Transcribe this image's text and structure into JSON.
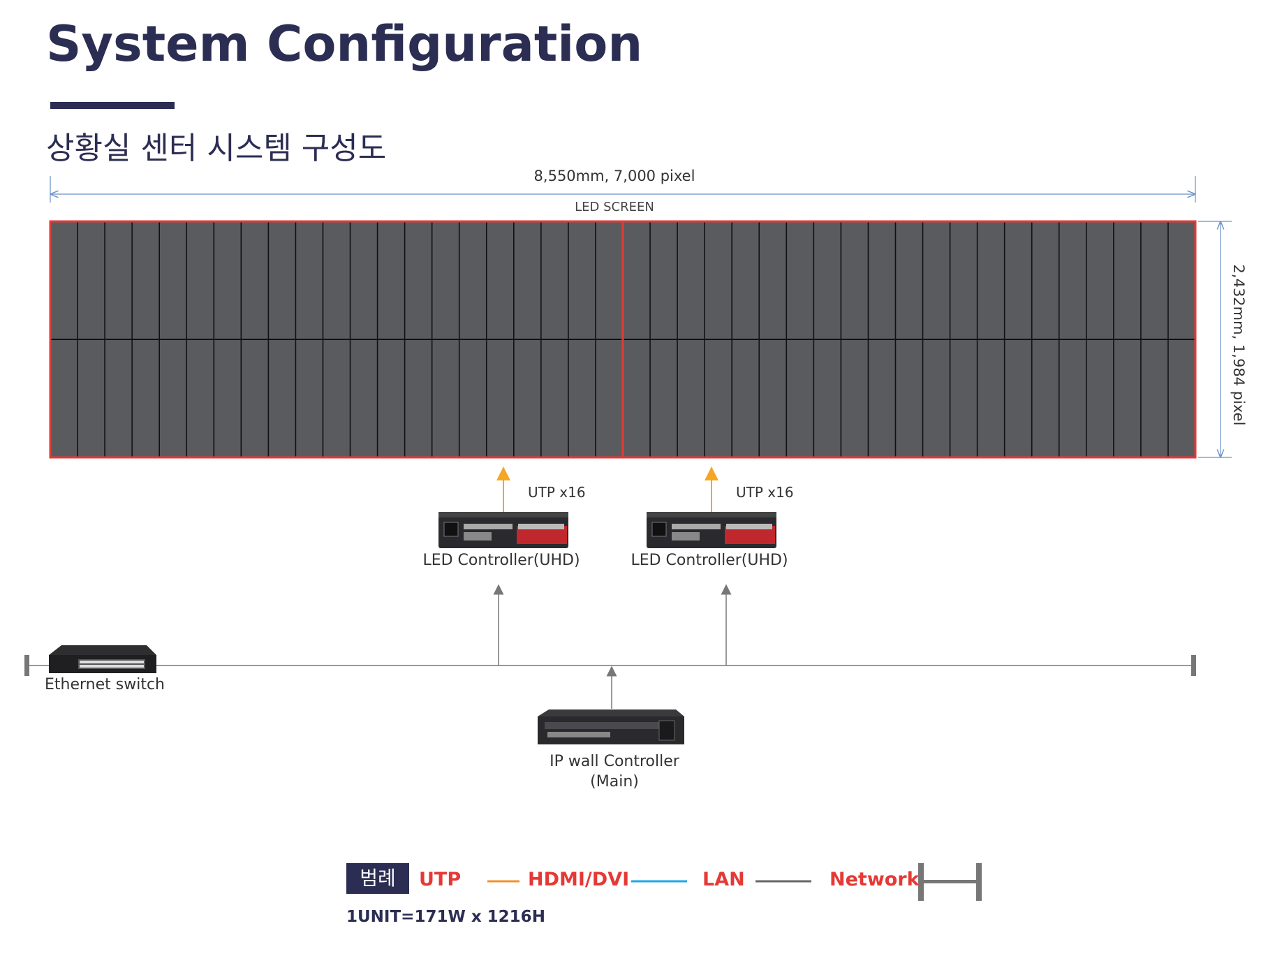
{
  "title": "System Configuration",
  "subtitle": "상황실 센터 시스템 구성도",
  "screen": {
    "width_dim": "8,550mm, 7,000 pixel",
    "label": "LED SCREEN",
    "height_dim": "2,432mm,  1,984 pixel",
    "columns": 42,
    "rows": 2,
    "sections": 2
  },
  "controllers": [
    {
      "utp_label": "UTP x16",
      "caption": "LED Controller(UHD)"
    },
    {
      "utp_label": "UTP x16",
      "caption": "LED Controller(UHD)"
    }
  ],
  "switch": {
    "caption": "Ethernet switch"
  },
  "ip_wall": {
    "caption_line1": "IP wall Controller",
    "caption_line2": "(Main)"
  },
  "legend": {
    "box_label": "범례",
    "items": [
      {
        "label": "UTP",
        "color": "#f0932b"
      },
      {
        "label": "HDMI/DVI",
        "color": "#1ea7e8"
      },
      {
        "label": "LAN",
        "color": "#666666"
      },
      {
        "label": "Network",
        "color": "#777777"
      }
    ],
    "unit_note": "1UNIT=171W x 1216H"
  },
  "colors": {
    "navy": "#2b2d52",
    "screen_fill": "#5a5b5e",
    "screen_border": "#e53935",
    "dim_line": "#6a8fc7",
    "arrow_utp": "#f5a623",
    "network_line": "#999999"
  }
}
